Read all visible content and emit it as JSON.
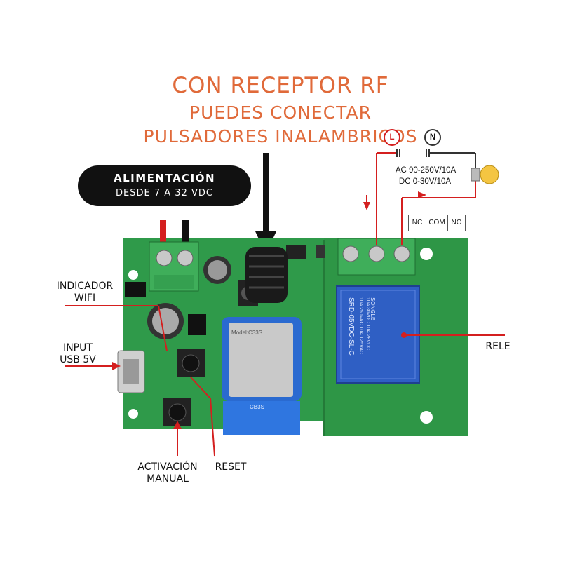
{
  "headline": {
    "line1": "CON RECEPTOR RF",
    "line2": "PUEDES CONECTAR",
    "line3": "PULSADORES INALAMBRICOS"
  },
  "power_badge": {
    "title": "ALIMENTACIÓN",
    "subtitle": "DESDE 7 A 32 VDC"
  },
  "wiring": {
    "live_symbol": "L",
    "neutral_symbol": "N",
    "rating_ac": "AC 90-250V/10A",
    "rating_dc": "DC 0-30V/10A",
    "terminals": [
      "NC",
      "COM",
      "NO"
    ]
  },
  "labels": {
    "wifi_indicator": "INDICADOR\nWIFI",
    "usb_input": "INPUT\nUSB 5V",
    "relay": "RELE",
    "manual": "ACTIVACIÓN\nMANUAL",
    "reset": "RESET"
  },
  "relay_print": {
    "brand": "SONGLE",
    "model": "SRD-05VDC-SL-C",
    "rating1": "10A 250VAC 10A 125VAC",
    "rating2": "10A 30VDC 10A 28VDC"
  },
  "module_print": {
    "model": "Model:C33S",
    "code": "CB3S"
  },
  "colors": {
    "headline": "#e06a3a",
    "pcb": "#2f9a4a",
    "relay": "#2f5fc4",
    "wire_red": "#d41f1f"
  }
}
